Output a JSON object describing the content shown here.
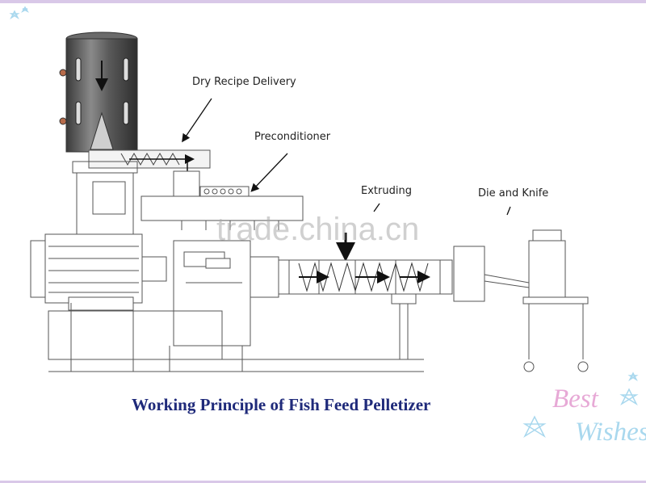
{
  "labels": {
    "dry_recipe_delivery": "Dry Recipe Delivery",
    "preconditioner": "Preconditioner",
    "extruding": "Extruding",
    "die_and_knife": "Die and Knife"
  },
  "watermark": "trade.china.cn",
  "title": "Working Principle of Fish Feed Pelletizer",
  "decoration": {
    "best": "Best",
    "wishes": "Wishes"
  },
  "colors": {
    "title": "#1f2a7a",
    "machine_outline": "#555555",
    "hopper_dark": "#4a4a4a",
    "frame_accent": "#d9c8e8"
  }
}
